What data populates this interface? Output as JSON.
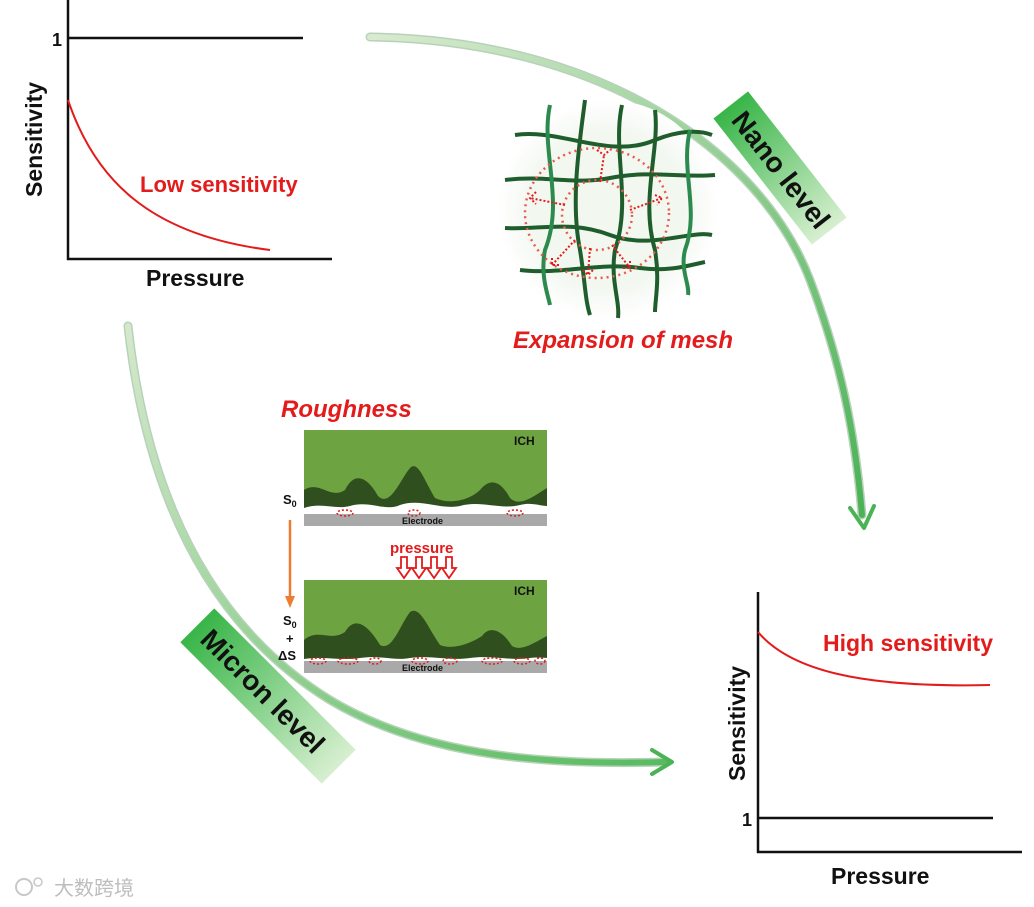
{
  "top_chart": {
    "ylabel": "Sensitivity",
    "xlabel": "Pressure",
    "reference_tick": "1",
    "curve_label": "Low sensitivity"
  },
  "bottom_chart": {
    "ylabel": "Sensitivity",
    "xlabel": "Pressure",
    "reference_tick": "1",
    "curve_label": "High sensitivity"
  },
  "nano": {
    "badge": "Nano level",
    "caption": "Expansion of mesh"
  },
  "micron": {
    "badge": "Micron level",
    "title": "Roughness",
    "top_panel_label": "ICH",
    "bottom_panel_label": "ICH",
    "electrode_label_top": "Electrode",
    "electrode_label_bottom": "Electrode",
    "s0_top": "S",
    "s0_top_sub": "0",
    "s0_bottom": "S",
    "s0_bottom_sub": "0",
    "plus": "+",
    "delta_s": "ΔS",
    "pressure_label": "pressure"
  },
  "watermark": "大数跨境",
  "colors": {
    "curve_red": "#e31b1b",
    "arrow_green_light": "#c9e6b8",
    "arrow_green_dark": "#4fb05a",
    "badge_green": "#4cc24f",
    "mesh_green": "#1f5e2c",
    "ich_green": "#6ea341"
  }
}
